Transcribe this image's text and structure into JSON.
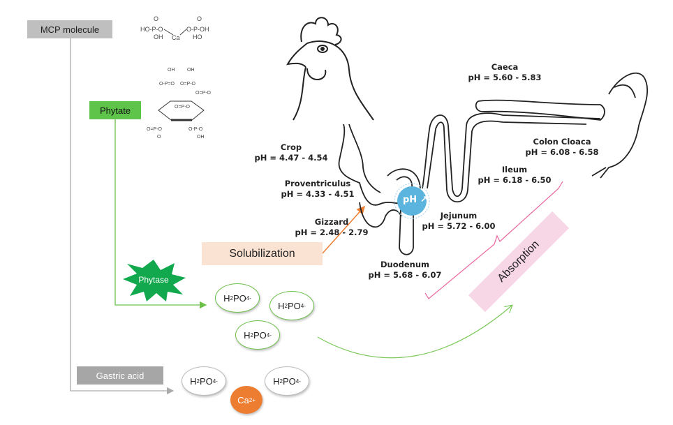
{
  "colors": {
    "gray_box": "#bfbfbf",
    "phytate_green": "#5ec44a",
    "phytase_green": "#12a94e",
    "solubilization_fill": "#fbe3d4",
    "orange": "#ed7d31",
    "ph_blue": "#5ab4de",
    "absorption_pink": "#f7d6e6",
    "bracket_pink": "#e9679f",
    "arrow_green": "#7cc85a"
  },
  "boxes": {
    "mcp": "MCP molecule",
    "phytate": "Phytate",
    "phytase": "Phytase",
    "gastric_acid": "Gastric acid",
    "solubilization": "Solubilization",
    "absorption": "Absorption"
  },
  "molecules": {
    "mcp_formula": {
      "left": "HO-P-O",
      "ca": "Ca",
      "right": "O-P-OH",
      "oh": "OH",
      "ho": "HO",
      "o": "O"
    }
  },
  "ions": {
    "h2po4_base": "H",
    "h2po4_sub1": "2",
    "h2po4_mid": "PO",
    "h2po4_sub2": "4",
    "h2po4_sup": "-",
    "ca_base": "Ca",
    "ca_sup": "2+"
  },
  "ph_badge": {
    "text": "pH",
    "arrow": "↗"
  },
  "segments": [
    {
      "name": "Crop",
      "ph": "pH = 4.47 - 4.54"
    },
    {
      "name": "Proventriculus",
      "ph": "pH = 4.33 - 4.51"
    },
    {
      "name": "Gizzard",
      "ph": "pH = 2.48 - 2.79"
    },
    {
      "name": "Duodenum",
      "ph": "pH = 5.68 - 6.07"
    },
    {
      "name": "Jejunum",
      "ph": "pH = 5.72 - 6.00"
    },
    {
      "name": "Ileum",
      "ph": "pH = 6.18 - 6.50"
    },
    {
      "name": "Colon Cloaca",
      "ph": "pH = 6.08 - 6.58"
    },
    {
      "name": "Caeca",
      "ph": "pH = 5.60 - 5.83"
    }
  ]
}
